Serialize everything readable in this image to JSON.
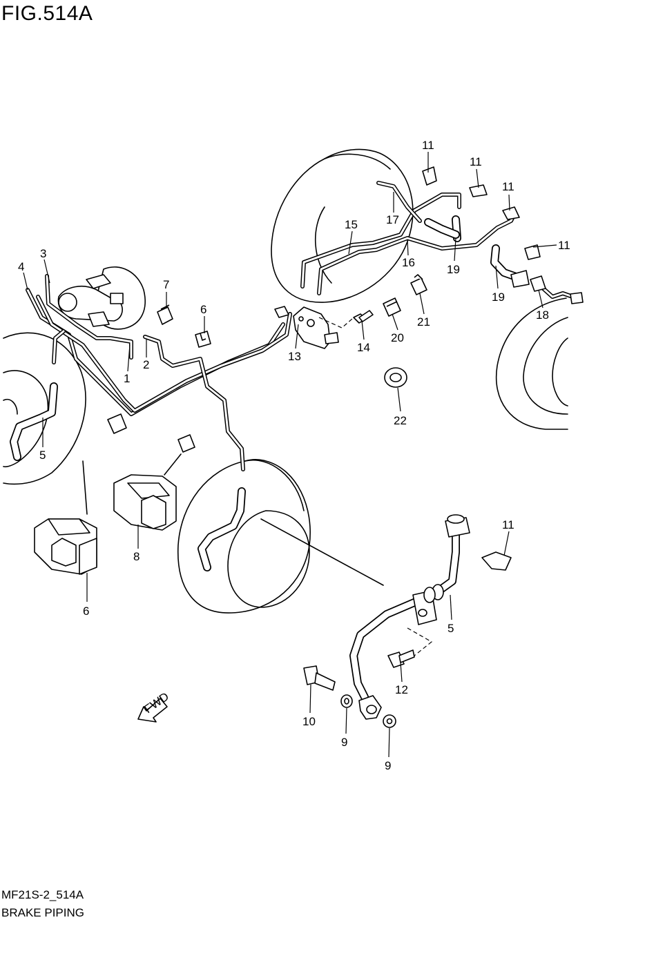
{
  "figure": {
    "title": "FIG.514A",
    "code": "MF21S-2_514A",
    "name": "BRAKE PIPING"
  },
  "fwd_label": "FWD",
  "callouts": [
    "1",
    "2",
    "3",
    "4",
    "5",
    "5",
    "6",
    "6",
    "7",
    "8",
    "9",
    "9",
    "10",
    "11",
    "11",
    "11",
    "11",
    "11",
    "12",
    "13",
    "14",
    "15",
    "16",
    "17",
    "18",
    "19",
    "19",
    "20",
    "21",
    "22"
  ]
}
